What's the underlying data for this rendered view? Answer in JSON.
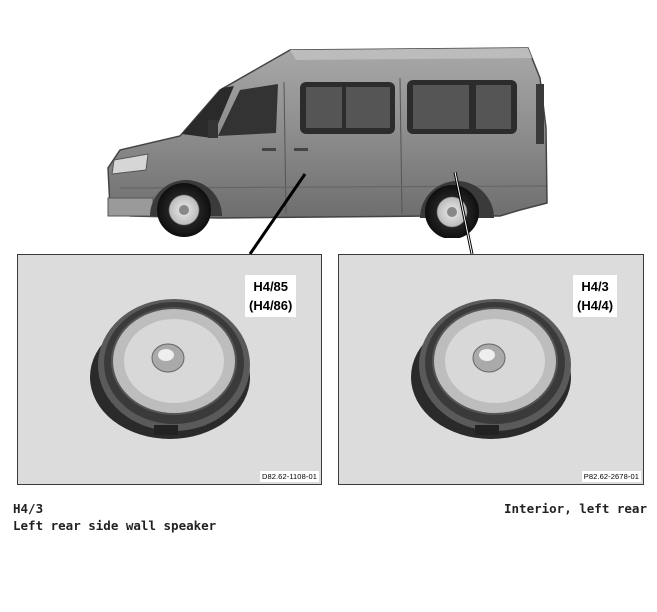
{
  "panels": [
    {
      "code_primary": "H4/85",
      "code_alt": "(H4/86)",
      "ref": "D82.62-1108-01"
    },
    {
      "code_primary": "H4/3",
      "code_alt": "(H4/4)",
      "ref": "P82.62-2678-01"
    }
  ],
  "caption": {
    "code": "H4/3",
    "description": "Left rear side wall speaker",
    "location": "Interior, left rear"
  },
  "colors": {
    "panel_bg": "#dcdcdc",
    "van_body": "#8a8a8a",
    "leader_line": "#000000"
  },
  "icons": [
    "van-illustration",
    "speaker-icon"
  ]
}
